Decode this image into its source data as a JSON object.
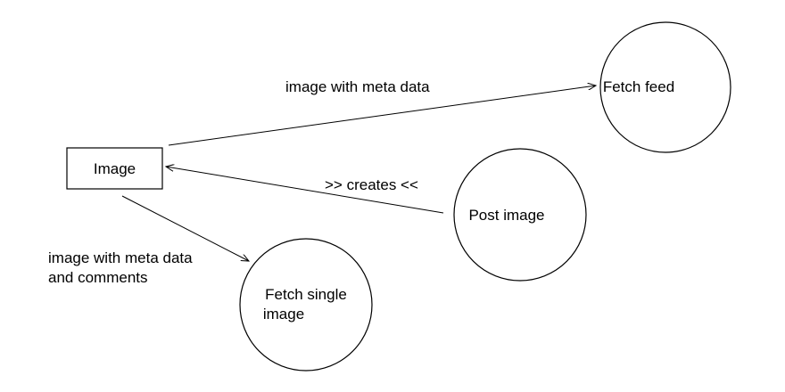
{
  "diagram": {
    "nodes": {
      "image": {
        "label": "Image"
      },
      "fetch_feed": {
        "label": "Fetch feed"
      },
      "post_image": {
        "label": "Post image"
      },
      "fetch_single": {
        "line1": "Fetch single",
        "line2": "image"
      }
    },
    "edges": {
      "image_to_feed": {
        "label": "image with meta data"
      },
      "post_to_image": {
        "label": ">> creates <<"
      },
      "image_to_single": {
        "line1": "image with meta data",
        "line2": "and comments"
      }
    }
  },
  "colors": {
    "stroke": "#000000",
    "background": "#ffffff"
  }
}
